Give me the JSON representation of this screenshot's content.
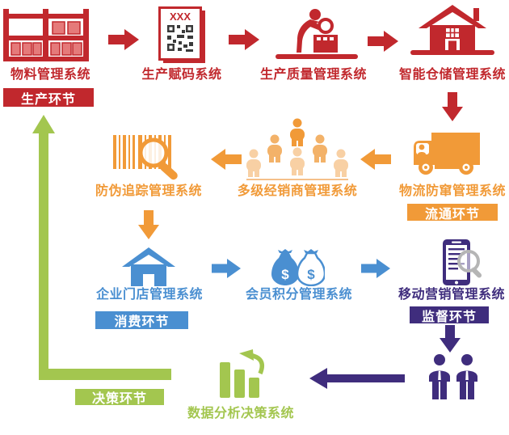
{
  "diagram": {
    "systems": {
      "material": "物料管理系统",
      "coding": "生产赋码系统",
      "quality": "生产质量管理系统",
      "warehouse": "智能仓储管理系统",
      "logistics": "物流防窜管理系统",
      "distributor": "多级经销商管理系统",
      "anti_counterfeit": "防伪追踪管理系统",
      "store": "企业门店管理系统",
      "membership": "会员积分管理系统",
      "mobile_marketing": "移动营销管理系统",
      "analytics": "数据分析决策系统"
    },
    "stages": {
      "production": "生产环节",
      "circulation": "流通环节",
      "consumption": "消费环节",
      "supervision": "监督环节",
      "decision": "决策环节"
    },
    "icon_text": {
      "qr_code": "XXX",
      "currency": "$"
    },
    "colors": {
      "production_red": "#c1282d",
      "circulation_orange": "#f19a38",
      "consumption_blue": "#4a8fd1",
      "supervision_purple": "#3f2d7d",
      "decision_green": "#a3c64f"
    }
  }
}
